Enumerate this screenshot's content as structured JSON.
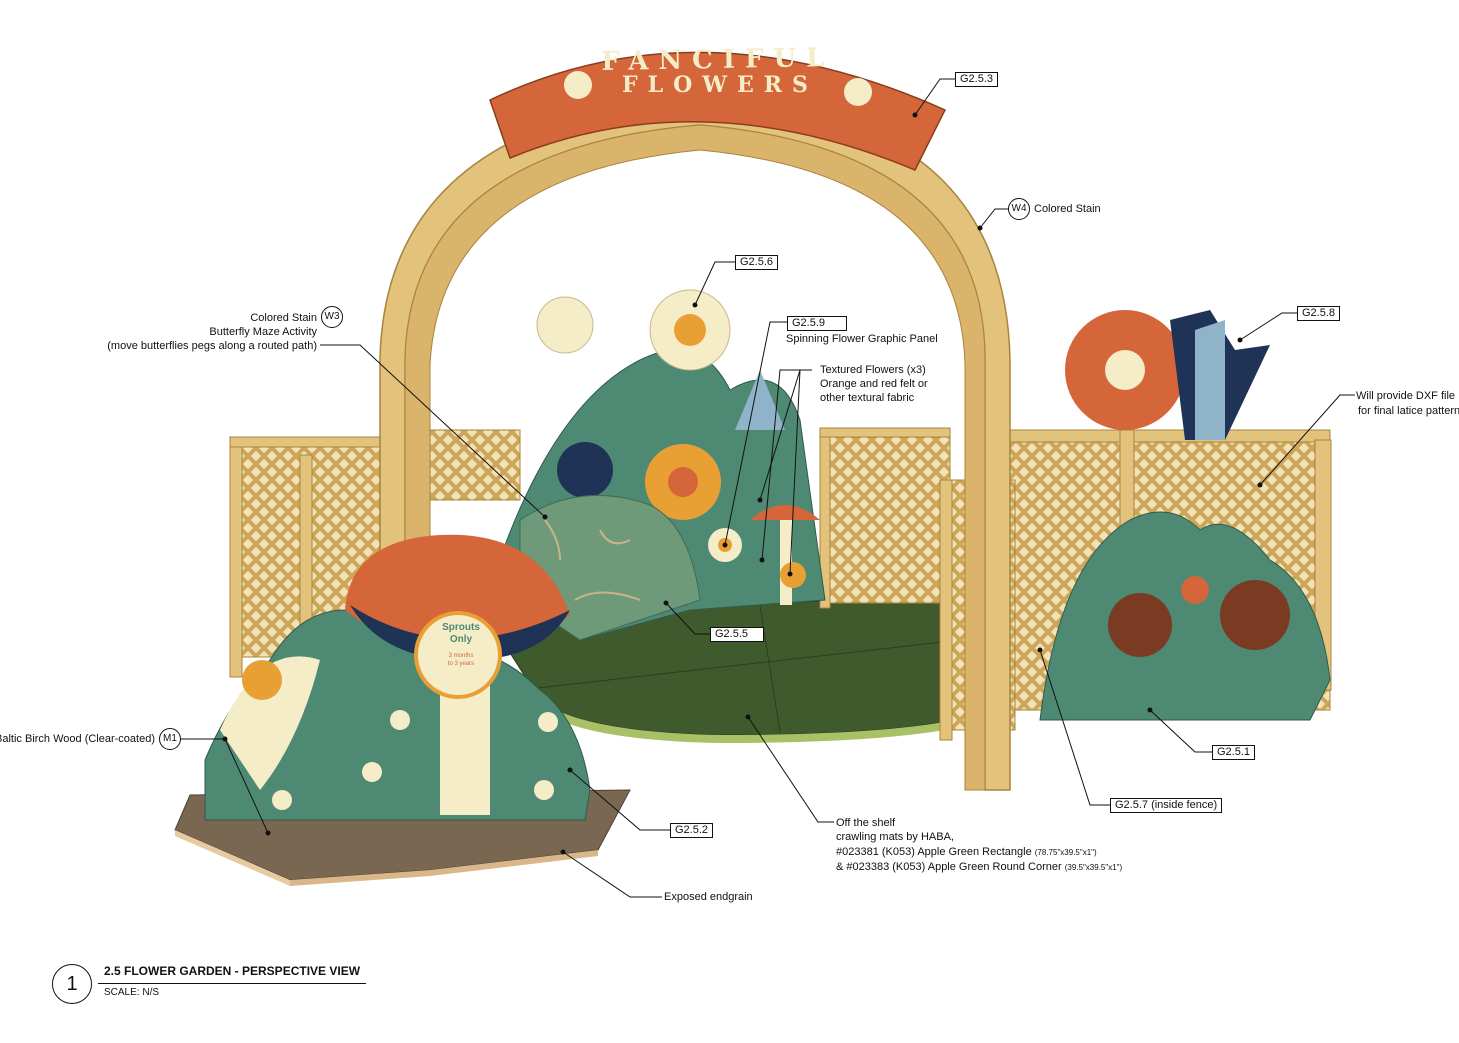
{
  "sign": {
    "line1": "FANCIFUL",
    "line2": "FLOWERS"
  },
  "sprouts_sign": {
    "line1": "Sprouts",
    "line2": "Only",
    "line3": "3 months",
    "line4": "to 3 years"
  },
  "tags": {
    "g253": "G2.5.3",
    "g256": "G2.5.6",
    "g259": "G2.5.9",
    "g258": "G2.5.8",
    "g255": "G2.5.5",
    "g251": "G2.5.1",
    "g257": "G2.5.7 (inside fence)",
    "g252": "G2.5.2"
  },
  "materials": {
    "w4": "W4",
    "w3": "W3",
    "m1": "M1"
  },
  "notes": {
    "colored_stain": "Colored Stain",
    "maze_1": "Colored Stain",
    "maze_2": "Butterfly Maze Activity",
    "maze_3": "(move butterflies pegs along a routed path)",
    "spinning": "Spinning Flower Graphic Panel",
    "textured_1": "Textured Flowers (x3)",
    "textured_2": "Orange and red felt or",
    "textured_3": "other textural fabric",
    "dxf_1": "Will provide DXF file",
    "dxf_2": "for final latice pattern",
    "baltic": "Baltic Birch Wood (Clear-coated)",
    "mats_1": "Off the shelf",
    "mats_2": "crawling mats by HABA,",
    "mats_3a": "#023381 (K053) Apple Green Rectangle",
    "mats_3b": "(78.75\"x39.5\"x1\")",
    "mats_4a": "& #023383 (K053) Apple Green Round Corner",
    "mats_4b": "(39.5\"x39.5\"x1\")",
    "endgrain": "Exposed endgrain"
  },
  "title_block": {
    "number": "1",
    "title": "2.5 FLOWER GARDEN - PERSPECTIVE VIEW",
    "scale": "SCALE: N/S"
  },
  "colors": {
    "wood": "#e3c27c",
    "wood_dark": "#b89450",
    "sign_orange": "#d4663a",
    "teal_green": "#4e8a73",
    "mat_green": "#3f5a2c",
    "cream": "#f5ecc8",
    "flower_orange": "#e8a035",
    "navy": "#1f3357"
  }
}
